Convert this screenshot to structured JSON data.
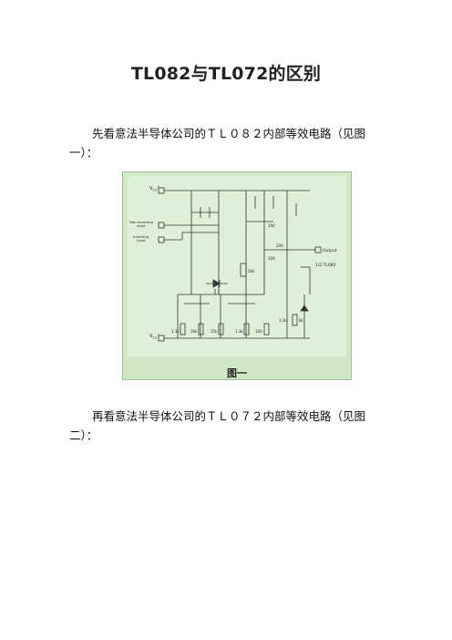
{
  "title": "TL082与TL072的区别",
  "paragraph1": "先看意法半导体公司的ＴＬ０８２内部等效电路（见图一）：",
  "paragraph2": "再看意法半导体公司的ＴＬ０７２内部等效电路（见图二）：",
  "figure1": {
    "caption": "图一",
    "labels": {
      "vcc_plus": "V",
      "vcc_plus_sub": "CC",
      "vcc_plus_sup": "+",
      "vcc_minus": "V",
      "vcc_minus_sub": "CC",
      "vcc_minus_sup": "−",
      "non_inverting": "Non-inverting",
      "input": "input",
      "inverting": "Inverting",
      "input2": "input",
      "output": "Output",
      "half": "1/2 TL082",
      "r_200": "200",
      "r_100a": "100",
      "r_100b": "100",
      "r_30k": "30k",
      "r_1_3k": "1.3k",
      "r_30ka": "30k",
      "r_35k": "35k",
      "r_1_3kb": "1.3k",
      "r_100_c": "100",
      "r_1_2k": "1.2k",
      "r_8k": "8k"
    }
  }
}
